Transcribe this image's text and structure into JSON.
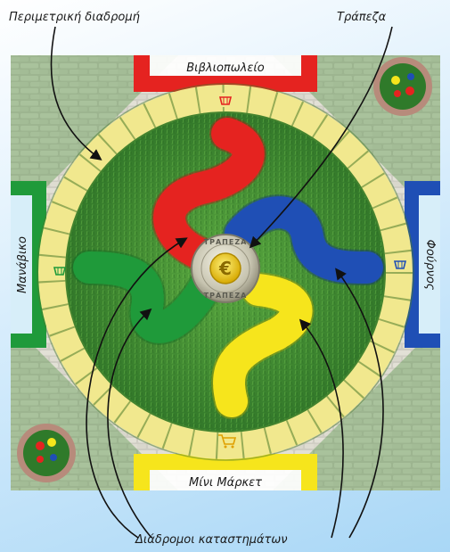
{
  "callouts": {
    "perimeter": "Περιμετρική διαδρομή",
    "bank": "Τράπεζα",
    "shop_routes": "Διάδρομοι καταστημάτων"
  },
  "shops": {
    "top": "Βιβλιοπωλείο",
    "left": "Μανάβικο",
    "right": "Φούρνος",
    "bottom": "Μίνι Μάρκετ"
  },
  "bank_coin": {
    "ring_text": "ΤΡΑΠΕΖΑ",
    "center_symbol": "€"
  },
  "colors": {
    "red": "#e52320",
    "blue": "#1f4fb5",
    "green": "#1f9a3a",
    "yellow": "#f6e51c",
    "perimeter_path": "#f1e88e",
    "grass": "#3f8a32",
    "paving": "#c9c7bd"
  },
  "icons": {
    "top": "basket-icon",
    "left": "basket-icon",
    "right": "basket-icon",
    "bottom": "cart-icon"
  }
}
